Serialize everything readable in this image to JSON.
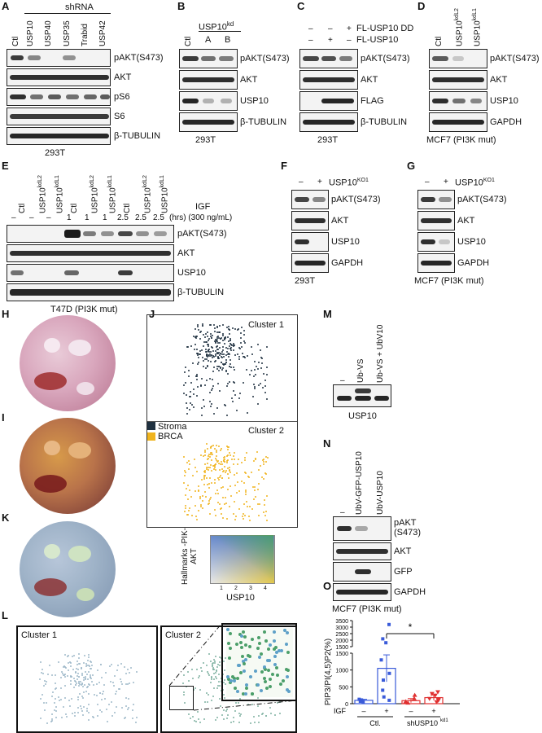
{
  "panels": [
    "A",
    "B",
    "C",
    "D",
    "E",
    "F",
    "G",
    "H",
    "I",
    "J",
    "K",
    "L",
    "M",
    "N",
    "O"
  ],
  "A": {
    "group_label": "shRNA",
    "lanes": [
      "Ctl",
      "USP10",
      "USP40",
      "USP35",
      "Trabid",
      "USP42"
    ],
    "blots": [
      "pAKT(S473)",
      "AKT",
      "pS6",
      "S6",
      "β-TUBULIN"
    ],
    "cell_line": "293T"
  },
  "B": {
    "group_label": "USP10",
    "group_sup": "kd",
    "lanes": [
      "Ctl",
      "A",
      "B"
    ],
    "blots": [
      "pAKT(S473)",
      "AKT",
      "USP10",
      "β-TUBULIN"
    ],
    "cell_line": "293T"
  },
  "C": {
    "conditions": [
      {
        "label": "FL-USP10 DD",
        "signs": [
          "–",
          "–",
          "+"
        ]
      },
      {
        "label": "FL-USP10",
        "signs": [
          "–",
          "+",
          "–"
        ]
      }
    ],
    "blots": [
      "pAKT(S473)",
      "AKT",
      "FLAG",
      "β-TUBULIN"
    ],
    "cell_line": "293T"
  },
  "D": {
    "lanes": [
      "Ctl",
      "USP10",
      "USP10"
    ],
    "lane_sups": [
      "",
      "kdL2",
      "kdL1"
    ],
    "blots": [
      "pAKT(S473)",
      "AKT",
      "USP10",
      "GAPDH"
    ],
    "cell_line": "MCF7 (PI3K mut)"
  },
  "E": {
    "lanes": [
      "Ctl",
      "USP10",
      "USP10",
      "Ctl",
      "USP10",
      "USP10",
      "Ctl",
      "USP10",
      "USP10"
    ],
    "lane_sups": [
      "",
      "kdL2",
      "kdL1",
      "",
      "kdL2",
      "kdL1",
      "",
      "kdL2",
      "kdL1"
    ],
    "igf_hrs": [
      "–",
      "–",
      "–",
      "1",
      "1",
      "1",
      "2.5",
      "2.5",
      "2.5"
    ],
    "igf_label": "IGF",
    "hrs_label": "(hrs) (300 ng/mL)",
    "blots": [
      "pAKT(S473)",
      "AKT",
      "USP10",
      "β-TUBULIN"
    ],
    "cell_line": "T47D (PI3K mut)"
  },
  "F": {
    "signs": [
      "–",
      "+"
    ],
    "condition": "USP10",
    "condition_sup": "KO1",
    "blots": [
      "pAKT(S473)",
      "AKT",
      "USP10",
      "GAPDH"
    ],
    "cell_line": "293T"
  },
  "G": {
    "signs": [
      "–",
      "+"
    ],
    "condition": "USP10",
    "condition_sup": "KO1",
    "blots": [
      "pAKT(S473)",
      "AKT",
      "USP10",
      "GAPDH"
    ],
    "cell_line": "MCF7 (PI3K mut)"
  },
  "J": {
    "cluster1": "Cluster 1",
    "cluster2": "Cluster 2",
    "legend": [
      {
        "label": "Stroma",
        "color": "#1f3140"
      },
      {
        "label": "BRCA",
        "color": "#f0b41e"
      }
    ],
    "colorbar_ylabel": "Hallmarks -PIK-AKT",
    "colorbar_xlabel": "USP10",
    "colorbar_ticks": [
      "1",
      "2",
      "3",
      "4"
    ]
  },
  "L": {
    "cluster1": "Cluster 1",
    "cluster2": "Cluster 2"
  },
  "M": {
    "lanes": [
      "–",
      "Ub-VS",
      "Ub-VS + UbV10"
    ],
    "blot": "USP10"
  },
  "N": {
    "lanes": [
      "–",
      "UbV-GFP-USP10",
      "UbV-USP10"
    ],
    "blots": [
      "pAKT (S473)",
      "AKT",
      "GFP",
      "GAPDH"
    ],
    "cell_line": "MCF7 (PI3K mut)"
  },
  "O": {
    "chart_data": {
      "type": "bar",
      "ylabel": "PIP3/PI(4,5)P2(%)",
      "yticks_upper": [
        "3500",
        "3000",
        "2500",
        "2000",
        "1500"
      ],
      "yticks_lower": [
        "1500",
        "1000",
        "500",
        "0"
      ],
      "igf_label": "IGF",
      "categories": [
        "Ctl. –",
        "Ctl. +",
        "shUSP10 –",
        "shUSP10 +"
      ],
      "igf_signs": [
        "–",
        "+",
        "–",
        "+"
      ],
      "groups": [
        {
          "name": "Ctl.",
          "sup": ""
        },
        {
          "name": "shUSP10",
          "sup": "kd1"
        }
      ],
      "values": [
        100,
        1050,
        90,
        180
      ],
      "errors": [
        30,
        400,
        60,
        80
      ],
      "colors": [
        "#3a5bd9",
        "#3a5bd9",
        "#e03030",
        "#e03030"
      ],
      "significance": "*",
      "points": [
        [
          70,
          110,
          130,
          90,
          60
        ],
        [
          3200,
          2100,
          1800,
          1300,
          900,
          700,
          400,
          200,
          100
        ],
        [
          20,
          60,
          150,
          250,
          40
        ],
        [
          50,
          100,
          150,
          250,
          300,
          350,
          120
        ]
      ]
    }
  }
}
